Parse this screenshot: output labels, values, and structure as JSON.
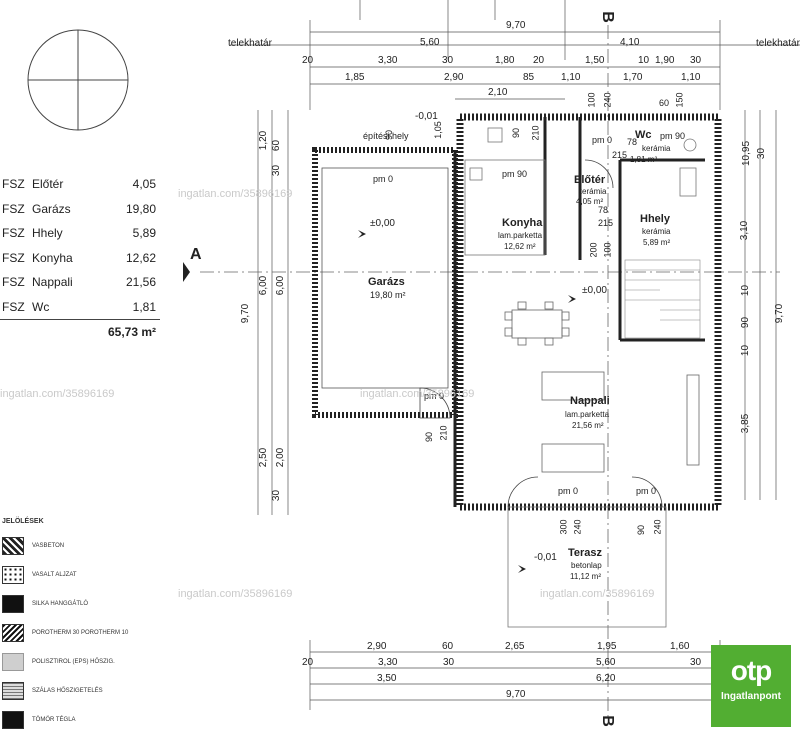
{
  "rooms": [
    {
      "level": "FSZ",
      "name": "Előtér",
      "area": "4,05"
    },
    {
      "level": "FSZ",
      "name": "Garázs",
      "area": "19,80"
    },
    {
      "level": "FSZ",
      "name": "Hhely",
      "area": "5,89"
    },
    {
      "level": "FSZ",
      "name": "Konyha",
      "area": "12,62"
    },
    {
      "level": "FSZ",
      "name": "Nappali",
      "area": "21,56"
    },
    {
      "level": "FSZ",
      "name": "Wc",
      "area": "1,81"
    }
  ],
  "total": "65,73 m²",
  "legend": {
    "title": "JELÖLÉSEK",
    "items": [
      "VASBETON",
      "VASALT ALJZAT",
      "SILKA HANGGÁTLÓ",
      "POROTHERM 30 POROTHERM 10",
      "POLISZTIROL (EPS) HŐSZIG.",
      "SZÁLAS HŐSZIGETELÉS",
      "TÖMÖR TÉGLA"
    ]
  },
  "labels": {
    "telek_left": "telekhatár",
    "telek_right": "telekhatár",
    "epitesi_hely": "építési hely",
    "section_a": "A",
    "section_b_top": "B",
    "section_b_bottom": "B"
  },
  "room_labels": {
    "garazs_name": "Garázs",
    "garazs_area": "19,80 m²",
    "garazs_level": "±0,00",
    "garazs_pm": "pm 0",
    "konyha_name": "Konyha",
    "konyha_floor": "lam.parketta",
    "konyha_area": "12,62 m²",
    "konyha_pm": "pm 90",
    "eloter_name": "Előtér",
    "eloter_floor": "kerámia",
    "eloter_area": "4,05 m²",
    "wc_name": "Wc",
    "wc_floor": "kerámia",
    "wc_area": "1,81 m²",
    "wc_pm": "pm 90",
    "hhely_name": "Hhely",
    "hhely_floor": "kerámia",
    "hhely_area": "5,89 m²",
    "nappali_name": "Nappali",
    "nappali_floor": "lam.parketta",
    "nappali_area": "21,56 m²",
    "nappali_level": "±0,00",
    "terasz_name": "Terasz",
    "terasz_floor": "betonlap",
    "terasz_area": "11,12 m²",
    "terasz_level": "-0,01",
    "top_level": "-0,01",
    "pm0_a": "pm 0",
    "pm0_b": "pm 0",
    "pm0_c": "pm 0",
    "pm0_d": "pm 0"
  },
  "dims_top": {
    "overall": "9,70",
    "row1": [
      "5,60",
      "4,10"
    ],
    "row2": [
      "20",
      "3,30",
      "30",
      "1,80",
      "20",
      "1,50",
      "10",
      "1,90",
      "30"
    ],
    "row3": [
      "1,85",
      "2,90",
      "85",
      "1,10",
      "1,70",
      "1,10"
    ],
    "row4": [
      "2,10"
    ]
  },
  "dims_bottom": {
    "row1": [
      "2,90",
      "60",
      "2,65",
      "1,95",
      "1,60"
    ],
    "row2": [
      "20",
      "3,30",
      "30",
      "5,60",
      "30"
    ],
    "row3": [
      "3,50",
      "6,20"
    ],
    "row4": [
      "9,70"
    ]
  },
  "dims_left": {
    "overall": "9,70",
    "a": [
      "1,20",
      "60",
      "30",
      "6,00",
      "2,50",
      "30"
    ],
    "b": [
      "6,00",
      "2,00"
    ]
  },
  "dims_right": {
    "overall": "9,70",
    "a": [
      "10,95",
      "3,10",
      "10",
      "90",
      "10",
      "3,85"
    ],
    "b": [
      "30"
    ]
  },
  "inner_dims": [
    "90",
    "210",
    "240",
    "100",
    "90",
    "210",
    "300",
    "240",
    "90",
    "240",
    "78",
    "215",
    "78",
    "215",
    "150",
    "60",
    "200",
    "100",
    "1,05",
    "90"
  ],
  "watermarks": [
    "ingatlan.com/35896169",
    "ingatlan.com/35896169",
    "ingatlan.com/35896169",
    "ingatlan.com/35896169",
    "ingatlan.com/35896169"
  ],
  "logo": {
    "mark": "otp",
    "sub": "Ingatlanpont",
    "bg": "#52ae32"
  }
}
